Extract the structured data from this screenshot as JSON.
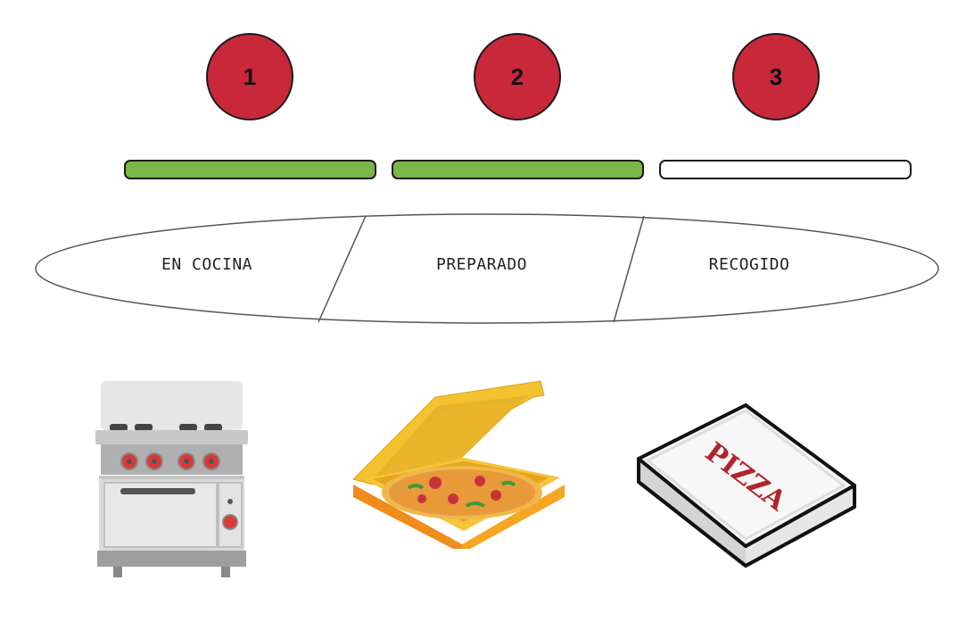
{
  "steps": [
    {
      "number": "1",
      "progress": 1.0
    },
    {
      "number": "2",
      "progress": 1.0
    },
    {
      "number": "3",
      "progress": 0.0
    }
  ],
  "stages": [
    {
      "label": "EN COCINA"
    },
    {
      "label": "PREPARADO"
    },
    {
      "label": "RECOGIDO"
    }
  ],
  "pizza_box_text": "PIZZA",
  "colors": {
    "circle_fill": "#c9283a",
    "bar_complete": "#7ab648",
    "bar_pending": "#ffffff"
  },
  "illustrations": [
    "stove-icon",
    "open-pizza-box-icon",
    "closed-pizza-box-icon"
  ]
}
